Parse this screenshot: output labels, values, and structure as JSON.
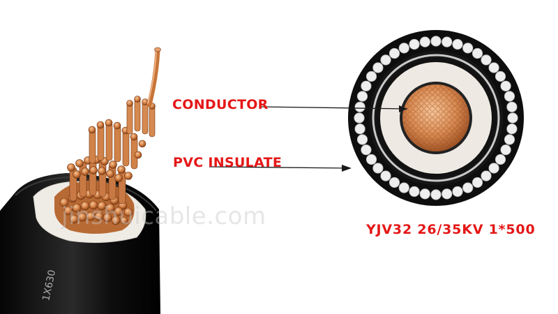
{
  "labels": {
    "conductor": "CONDUCTOR",
    "insulation": "PVC  INSULATE",
    "model": "YJV32 26/35KV 1*500"
  },
  "watermark": "jinshuicable.com",
  "cable_print": "1X630",
  "colors": {
    "label_red": "#e51717",
    "arrow": "#1a1a1a",
    "copper": "#c8743c",
    "sheath": "#151515",
    "insulation": "#f0ede8",
    "armor_wire": "#eeeeee"
  }
}
